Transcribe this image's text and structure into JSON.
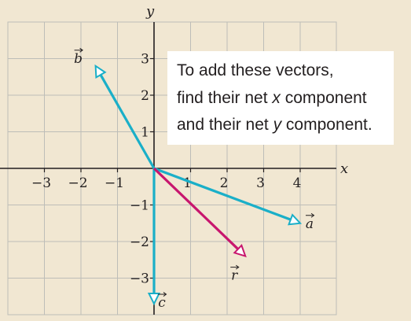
{
  "diagram": {
    "axes": {
      "x_label": "x",
      "y_label": "y",
      "x_ticks": [
        -3,
        -2,
        -1,
        1,
        2,
        3,
        4
      ],
      "y_ticks": [
        3,
        2,
        1,
        -1,
        -2,
        -3
      ],
      "x_range": [
        -4,
        5
      ],
      "y_range": [
        -4,
        4
      ]
    },
    "vectors": [
      {
        "name": "a",
        "label": "a",
        "tip": [
          4.0,
          -1.5
        ],
        "color": "#1AAFC8"
      },
      {
        "name": "b",
        "label": "b",
        "tip": [
          -1.6,
          2.8
        ],
        "color": "#1AAFC8"
      },
      {
        "name": "c",
        "label": "c",
        "tip": [
          0.0,
          -3.7
        ],
        "color": "#1AAFC8"
      },
      {
        "name": "r",
        "label": "r",
        "tip": [
          2.5,
          -2.4
        ],
        "color": "#C8166E"
      }
    ],
    "callout": {
      "lines": [
        {
          "parts": [
            {
              "text": "To add these vectors,",
              "italic": false
            }
          ]
        },
        {
          "parts": [
            {
              "text": "find their net ",
              "italic": false
            },
            {
              "text": "x",
              "italic": true
            },
            {
              "text": " component",
              "italic": false
            }
          ]
        },
        {
          "parts": [
            {
              "text": "and their net ",
              "italic": false
            },
            {
              "text": "y",
              "italic": true
            },
            {
              "text": " component.",
              "italic": false
            }
          ]
        }
      ]
    },
    "colors": {
      "background": "#F1E7D2",
      "grid": "#BDBDB8",
      "axis": "#231F20",
      "callout_bg": "#FFFFFF",
      "vector_main": "#1AAFC8",
      "vector_result": "#C8166E"
    }
  }
}
